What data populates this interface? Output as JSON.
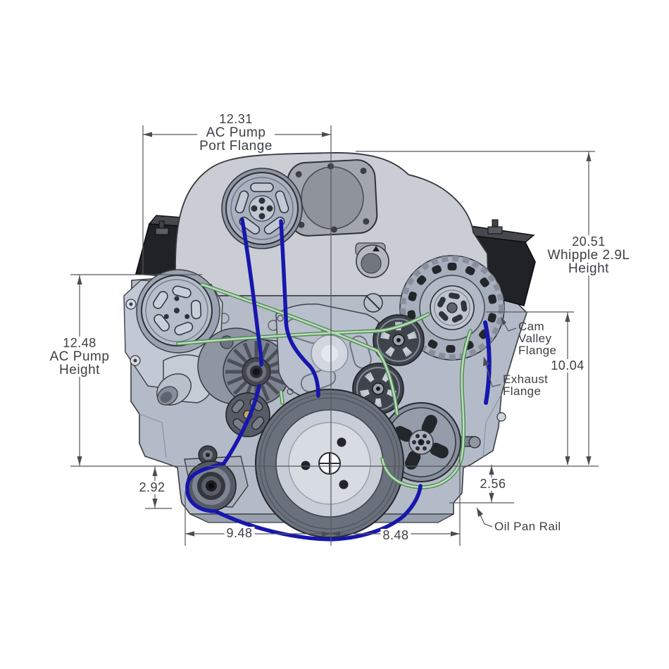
{
  "diagram": {
    "background_color": "#ffffff",
    "line_color": "#55585c",
    "text_color": "#3d3f43",
    "supercharger_belt_color": "#1717ad",
    "accessory_belt_color": "#b7dfb7"
  },
  "dimensions": {
    "ac_pump_port_flange_width": {
      "value": "12.31",
      "label_line1": "AC Pump",
      "label_line2": "Port Flange"
    },
    "whipple_height": {
      "value": "20.51",
      "label_line1": "Whipple 2.9L",
      "label_line2": "Height"
    },
    "ac_pump_height": {
      "value": "12.48",
      "label_line1": "AC Pump",
      "label_line2": "Height"
    },
    "cam_valley_flange_height": {
      "value": "10.04"
    },
    "crank_to_oil_pan_left": {
      "value": "2.92"
    },
    "crank_to_oil_pan_right": {
      "value": "2.56"
    },
    "crank_to_left_edge": {
      "value": "9.48"
    },
    "crank_to_right_edge": {
      "value": "8.48"
    }
  },
  "callouts": {
    "cam_valley_flange": {
      "line1": "Cam",
      "line2": "Valley",
      "line3": "Flange"
    },
    "exhaust_flange": {
      "line1": "Exhaust",
      "line2": "Flange"
    },
    "oil_pan_rail": {
      "label": "Oil Pan Rail"
    }
  }
}
